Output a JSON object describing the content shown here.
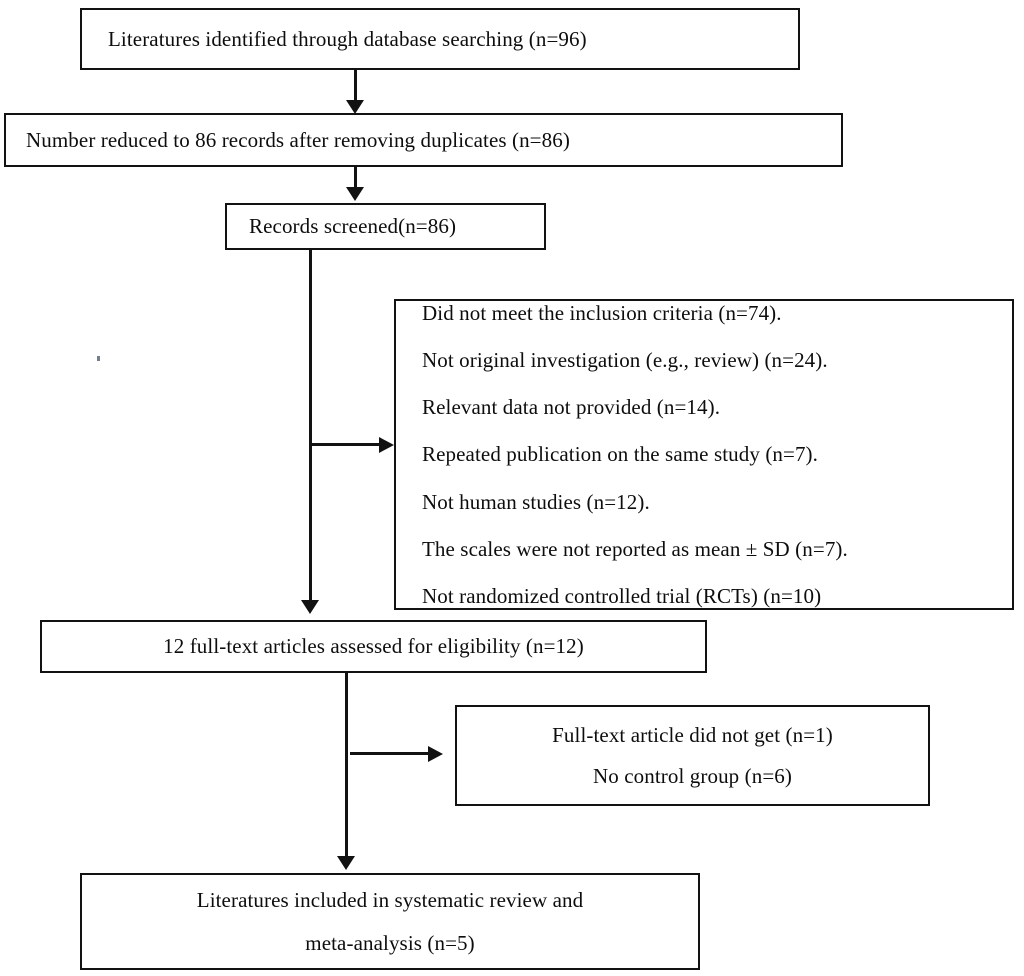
{
  "diagram": {
    "type": "prisma-flow-diagram",
    "title": "",
    "colors": {
      "border": "#121212",
      "background": "#ffffff",
      "text": "#0d0d0d",
      "connector": "#121212"
    },
    "nodes": {
      "identified": {
        "id": "identified",
        "lines": [
          "Literatures identified through database searching (n=96)"
        ],
        "count": 96
      },
      "duplicates": {
        "id": "duplicates",
        "lines": [
          "Number reduced to 86 records after removing duplicates (n=86)"
        ],
        "count": 86
      },
      "screened": {
        "id": "screened",
        "lines": [
          "Records screened(n=86)"
        ],
        "count": 86
      },
      "excluded": {
        "id": "excluded",
        "lines": [
          "Did not meet the inclusion criteria (n=74).",
          "Not original investigation (e.g., review) (n=24).",
          "Relevant data not provided (n=14).",
          "Repeated publication on the same study (n=7).",
          "Not human studies (n=12).",
          "The scales were not reported as mean ± SD (n=7).",
          "Not randomized controlled trial (RCTs) (n=10)"
        ],
        "counts": [
          74,
          24,
          14,
          7,
          12,
          7,
          10
        ]
      },
      "fulltext": {
        "id": "fulltext",
        "lines": [
          "12 full-text articles assessed for eligibility (n=12)"
        ],
        "count": 12
      },
      "notget": {
        "id": "notget",
        "lines": [
          "Full-text article did not get (n=1)",
          "No control group (n=6)"
        ],
        "counts": [
          1,
          6
        ]
      },
      "included": {
        "id": "included",
        "lines": [
          "Literatures included in systematic review and",
          "meta-analysis (n=5)"
        ],
        "count": 5
      }
    },
    "connectors": [
      {
        "name": "identified-to-duplicates",
        "from": "identified",
        "to": "duplicates",
        "direction": "down"
      },
      {
        "name": "duplicates-to-screened",
        "from": "duplicates",
        "to": "screened",
        "direction": "down"
      },
      {
        "name": "screened-to-fulltext",
        "from": "screened",
        "to": "fulltext",
        "direction": "down"
      },
      {
        "name": "screened-to-excluded",
        "from": "screened",
        "to": "excluded",
        "direction": "right"
      },
      {
        "name": "fulltext-to-included",
        "from": "fulltext",
        "to": "included",
        "direction": "down"
      },
      {
        "name": "fulltext-to-notget",
        "from": "fulltext",
        "to": "notget",
        "direction": "right"
      }
    ]
  }
}
